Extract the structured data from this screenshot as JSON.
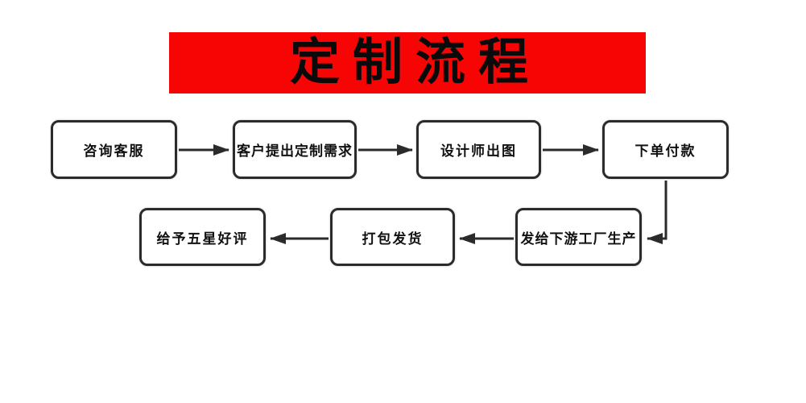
{
  "page": {
    "background_color": "#ffffff"
  },
  "title": {
    "text": "定制流程",
    "bg_color": "#f70505",
    "text_color": "#0a0a0a"
  },
  "flow": {
    "nodes": [
      {
        "id": "consult-service",
        "label": "咨询客服"
      },
      {
        "id": "customer-requirements",
        "label": "客户提出定制需求"
      },
      {
        "id": "designer-drawing",
        "label": "设计师出图"
      },
      {
        "id": "place-order-pay",
        "label": "下单付款"
      },
      {
        "id": "factory-production",
        "label": "发给下游工厂生产"
      },
      {
        "id": "pack-ship",
        "label": "打包发货"
      },
      {
        "id": "five-star-review",
        "label": "给予五星好评"
      }
    ],
    "edges": [
      {
        "from": "consult-service",
        "to": "customer-requirements",
        "direction": "right"
      },
      {
        "from": "customer-requirements",
        "to": "designer-drawing",
        "direction": "right"
      },
      {
        "from": "designer-drawing",
        "to": "place-order-pay",
        "direction": "right"
      },
      {
        "from": "place-order-pay",
        "to": "factory-production",
        "direction": "down-left"
      },
      {
        "from": "factory-production",
        "to": "pack-ship",
        "direction": "left"
      },
      {
        "from": "pack-ship",
        "to": "five-star-review",
        "direction": "left"
      }
    ],
    "line_color": "#2b2b2b",
    "node_border_color": "#2b2b2b",
    "node_fill_color": "#ffffff"
  }
}
